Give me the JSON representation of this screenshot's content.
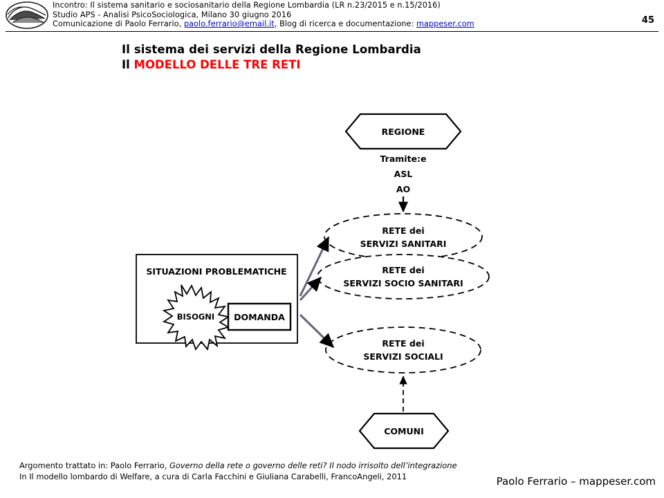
{
  "header": {
    "line1_prefix": "Incontro: Il sistema sanitario e sociosanitario della Regione Lombardia  (LR n.23/2015  e n.15/2016)",
    "line2": "Studio APS - Analisi PsicoSociologica, Milano 30 giugno 2016",
    "line3_a": "Comunicazione  di Paolo Ferrario, ",
    "line3_link1": "paolo.ferrario@email.it",
    "line3_b": ", Blog di ricerca e documentazione: ",
    "line3_link2": "mappeser.com",
    "page_number": "45",
    "logo_icon": "handshake-logo-icon"
  },
  "titles": {
    "line1": "Il sistema dei servizi della Regione Lombardia",
    "line2_prefix": "Il ",
    "line2_highlight": "MODELLO DELLE TRE RETI"
  },
  "diagram": {
    "regione": "REGIONE",
    "tramite_l1": "Tramite:e",
    "tramite_l2": "ASL",
    "tramite_l3": "AO",
    "rete_sanitari_l1": "RETE dei",
    "rete_sanitari_l2": "SERVIZI SANITARI",
    "rete_socio_l1": "RETE dei",
    "rete_socio_l2": "SERVIZI SOCIO SANITARI",
    "rete_sociali_l1": "RETE dei",
    "rete_sociali_l2": "SERVIZI SOCIALI",
    "comuni": "COMUNI",
    "situazioni": "SITUAZIONI   PROBLEMATICHE",
    "bisogni": "BISOGNI",
    "domanda": "DOMANDA"
  },
  "footer": {
    "line1_a": "Argomento  trattato in: Paolo Ferrario, ",
    "line1_italic": "Governo della rete o governo delle reti? Il nodo irrisolto dell’integrazione",
    "line2": "In Il modello lombardo di Welfare, a cura di Carla Facchini e Giuliana  Carabelli, FrancoAngeli,  2011",
    "credit": "Paolo Ferrario – mappeser.com"
  },
  "colors": {
    "accent_red": "#ff0000",
    "link_blue": "#0000cc",
    "text_black": "#000000"
  }
}
